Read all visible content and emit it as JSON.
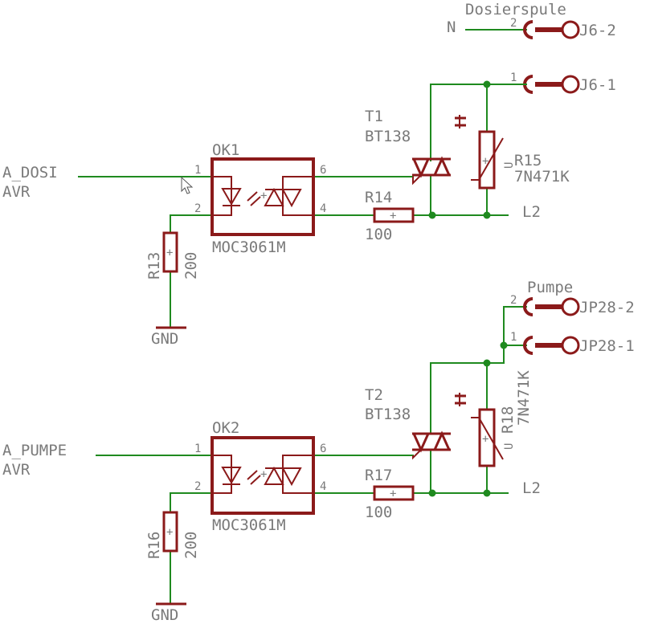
{
  "labels": {
    "dosierspule": "Dosierspule",
    "n": "N",
    "j6_2": "J6-2",
    "j6_1": "J6-1",
    "t1_name": "T1",
    "t1_value": "BT138",
    "r15_name": "R15",
    "r15_value": "7N471K",
    "ok1_name": "OK1",
    "ok1_value": "MOC3061M",
    "a_dosi": "A_DOSI",
    "avr1": "AVR",
    "r14_name": "R14",
    "r14_value": "100",
    "l2_1": "L2",
    "r13_name": "R13",
    "r13_value": "200",
    "gnd1": "GND",
    "pumpe": "Pumpe",
    "jp28_2": "JP28-2",
    "jp28_1": "JP28-1",
    "t2_name": "T2",
    "t2_value": "BT138",
    "r18_name": "R18",
    "r18_value": "7N471K",
    "ok2_name": "OK2",
    "ok2_value": "MOC3061M",
    "a_pumpe": "A_PUMPE",
    "avr2": "AVR",
    "r17_name": "R17",
    "r17_value": "100",
    "l2_2": "L2",
    "r16_name": "R16",
    "r16_value": "200",
    "gnd2": "GND"
  },
  "pins": {
    "ok1_pin1": "1",
    "ok1_pin2": "2",
    "ok1_pin6": "6",
    "ok1_pin4": "4",
    "ok2_pin1": "1",
    "ok2_pin2": "2",
    "ok2_pin6": "6",
    "ok2_pin4": "4",
    "j6_pin2": "2",
    "j6_pin1": "1",
    "jp28_pin2": "2",
    "jp28_pin1": "1",
    "varistor_u": "U"
  },
  "colors": {
    "wire": "#1f8a1f",
    "part": "#8b1a1a",
    "text": "#7a7a7a"
  }
}
